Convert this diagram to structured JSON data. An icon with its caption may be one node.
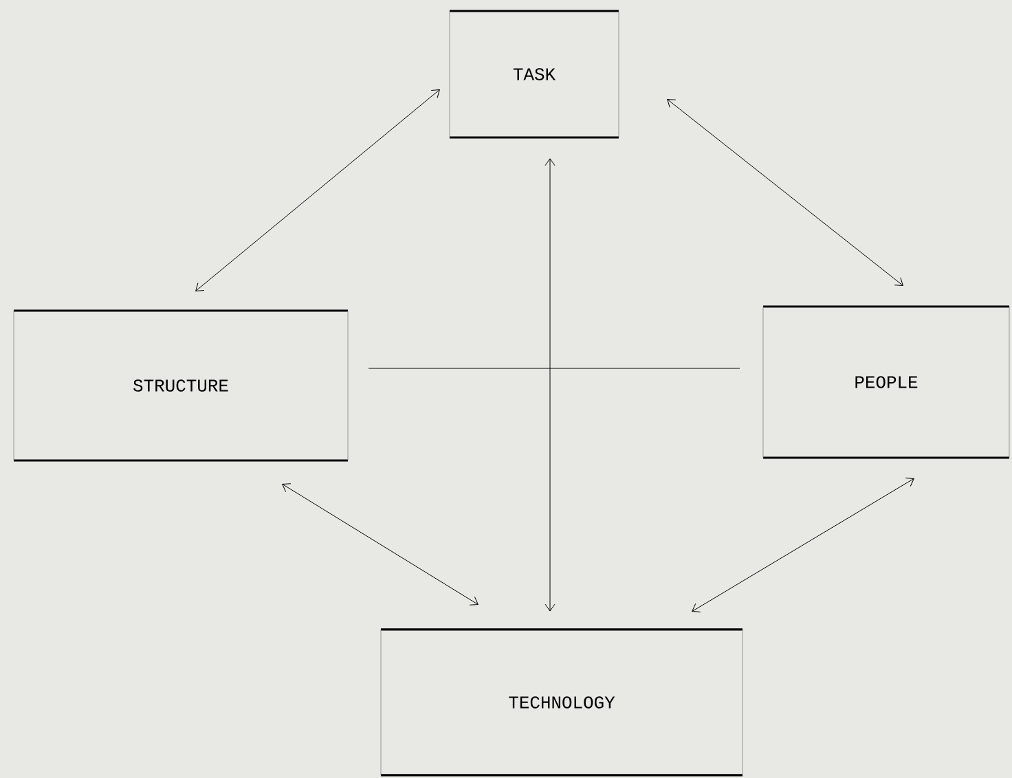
{
  "diagram": {
    "nodes": [
      {
        "text": [
          "TASK"
        ]
      },
      {
        "text": [
          "STRUCTURE"
        ]
      },
      {
        "text": [
          "PEOPLE"
        ]
      },
      {
        "text": [
          "TECHNOLOGY"
        ]
      }
    ],
    "edges": [
      {
        "from": 0,
        "to": 1,
        "arrow": "both"
      },
      {
        "from": 0,
        "to": 2,
        "arrow": "both"
      },
      {
        "from": 0,
        "to": 3,
        "arrow": "both"
      },
      {
        "from": 1,
        "to": 2,
        "arrow": "none"
      },
      {
        "from": 1,
        "to": 3,
        "arrow": "both"
      },
      {
        "from": 2,
        "to": 3,
        "arrow": "both"
      }
    ]
  }
}
